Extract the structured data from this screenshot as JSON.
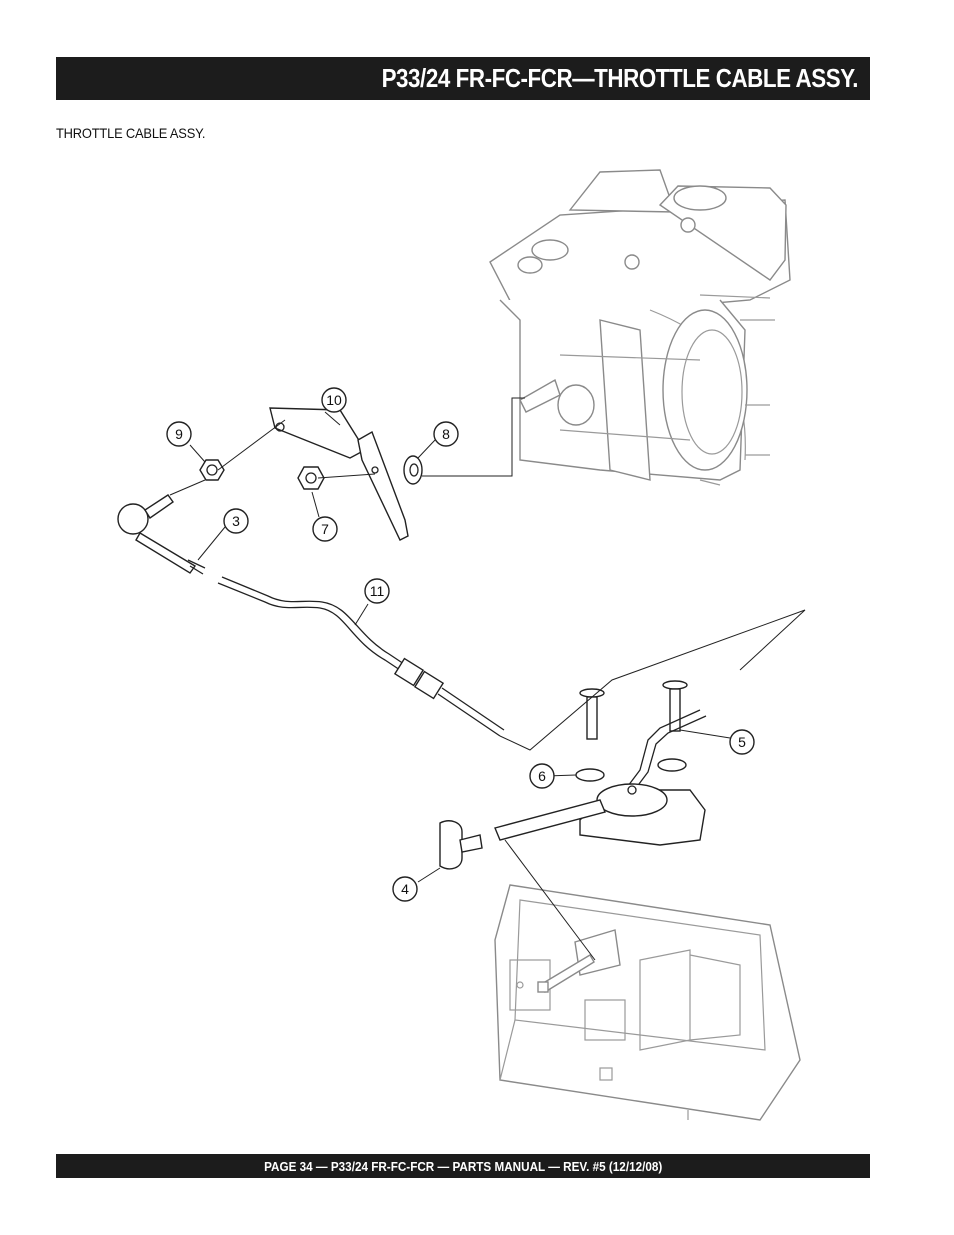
{
  "header": {
    "title": "P33/24 FR-FC-FCR—THROTTLE CABLE ASSY."
  },
  "section": {
    "label": "THROTTLE CABLE ASSY."
  },
  "callouts": [
    "10",
    "9",
    "8",
    "3",
    "7",
    "11",
    "5",
    "6",
    "4"
  ],
  "footer": {
    "text": "PAGE 34 — P33/24 FR-FC-FCR — PARTS MANUAL — REV. #5 (12/12/08)"
  }
}
